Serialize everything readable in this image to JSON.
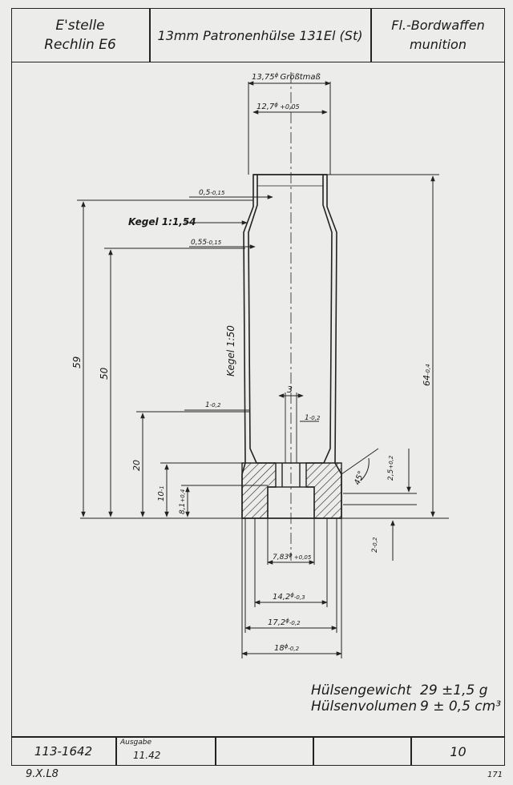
{
  "header": {
    "org_line1": "E'stelle",
    "org_line2": "Rechlin E6",
    "title": "13mm Patronenhülse 131El (St)",
    "category_line1": "Fl.-Bordwaffen",
    "category_line2": "munition"
  },
  "dimensions": {
    "max_dia": "13,75",
    "max_dia_suffix": "Größtmaß",
    "mouth_dia": "12,7",
    "mouth_dia_tol": "+0,05",
    "wall_mouth": "0,5",
    "wall_mouth_tol": "-0,15",
    "cone_1": "Kegel 1:1,54",
    "wall_body": "0,55",
    "wall_body_tol": "-0,15",
    "cone_2": "Kegel 1:50",
    "len_59": "59",
    "len_50": "50",
    "len_64": "64",
    "len_64_tol": "-0,4",
    "len_20": "20",
    "len_10": "10",
    "len_10_tol": "-1",
    "len_81": "8,1",
    "len_81_tol": "+0,4",
    "flash_3": "3",
    "web_1": "1",
    "web_1_tol": "-0,2",
    "hole_1": "1",
    "hole_1_tol": "-0,2",
    "angle": "45°",
    "rim_25": "2,5",
    "rim_25_tol": "+0,2",
    "rim_2": "2",
    "rim_2_tol": "-0,2",
    "primer_dia": "7,83",
    "primer_tol": "+0,05",
    "dia_142": "14,2",
    "dia_142_tol": "-0,3",
    "dia_172": "17,2",
    "dia_172_tol": "-0,2",
    "dia_18": "18",
    "dia_18_tol": "-0,2"
  },
  "specs": {
    "weight_label": "Hülsengewicht",
    "weight_value": "29 ±1,5 g",
    "volume_label": "Hülsenvolumen",
    "volume_value": "9 ± 0,5 cm³"
  },
  "footer": {
    "drawing_no": "113-1642",
    "edition_label": "Ausgabe",
    "edition_value": "11.42",
    "sheet_no": "10",
    "stamp": "9.X.L8",
    "page": "171"
  }
}
